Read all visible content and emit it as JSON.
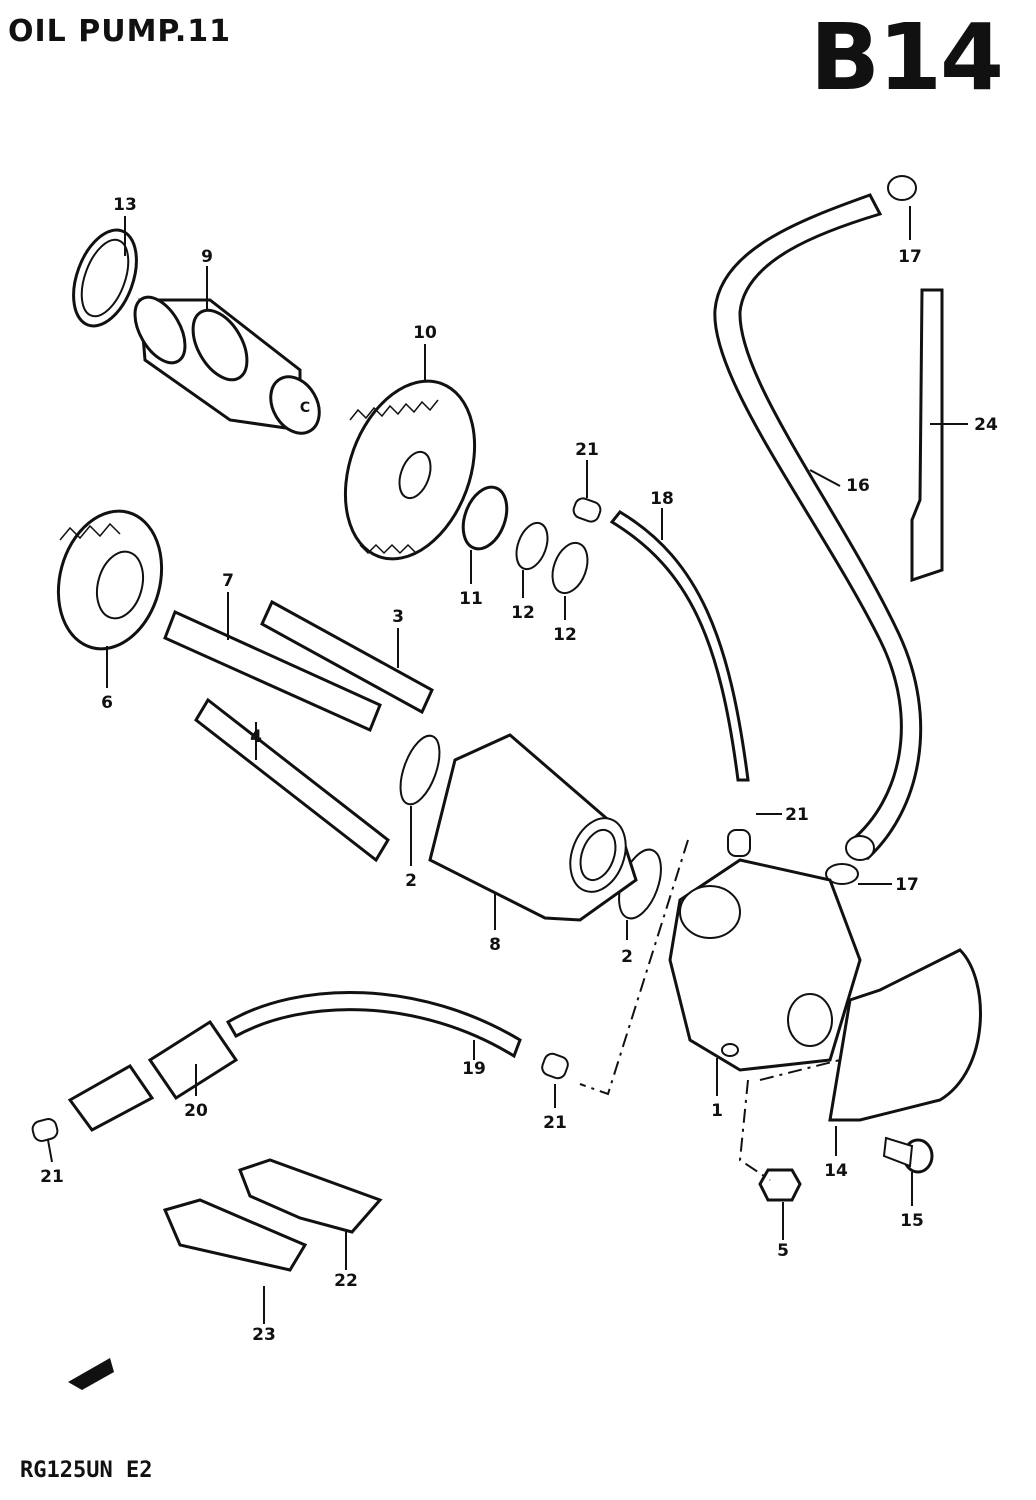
{
  "header": {
    "title": "OIL PUMP.11",
    "diagram_code": "B14",
    "subtitle": "",
    "model": "RG125UN E2"
  },
  "callouts": [
    "13",
    "9",
    "10",
    "21",
    "18",
    "16",
    "17",
    "24",
    "6",
    "7",
    "3",
    "11",
    "12",
    "12",
    "4",
    "2",
    "8",
    "2",
    "21",
    "17",
    "19",
    "20",
    "21",
    "21",
    "1",
    "14",
    "15",
    "5",
    "22",
    "23"
  ],
  "icons": {
    "front_arrow": "front-direction-arrow-icon"
  }
}
